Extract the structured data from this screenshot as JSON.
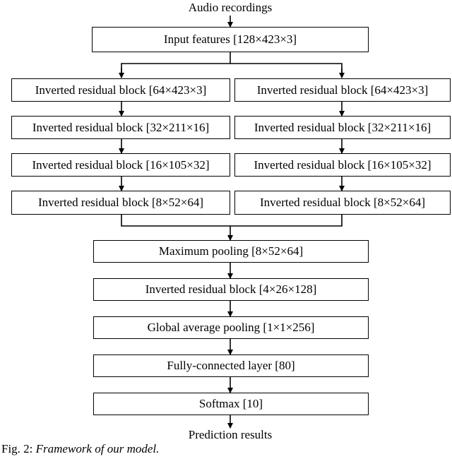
{
  "diagram": {
    "input_label": "Audio recordings",
    "output_label": "Prediction results",
    "input_features": "Input features [128×423×3]",
    "left_branch": [
      "Inverted residual block [64×423×3]",
      "Inverted residual block [32×211×16]",
      "Inverted residual block [16×105×32]",
      "Inverted residual block [8×52×64]"
    ],
    "right_branch": [
      "Inverted residual block [64×423×3]",
      "Inverted residual block [32×211×16]",
      "Inverted residual block [16×105×32]",
      "Inverted residual block [8×52×64]"
    ],
    "trunk": [
      "Maximum pooling [8×52×64]",
      "Inverted residual block [4×26×128]",
      "Global average pooling [1×1×256]",
      "Fully-connected layer [80]",
      "Softmax [10]"
    ]
  },
  "caption": {
    "prefix": "Fig. 2: ",
    "text": "Framework of our model."
  }
}
